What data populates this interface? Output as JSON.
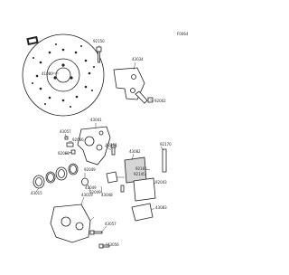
{
  "page": {
    "id_code": "F0064"
  },
  "callouts": [
    {
      "name": "callout-92150-disc-bolt",
      "text": "92150"
    },
    {
      "name": "callout-43034-bracket",
      "text": "43034"
    },
    {
      "name": "callout-41080-disc",
      "text": "41080"
    },
    {
      "name": "callout-92002-bracket-bolt",
      "text": "92002"
    },
    {
      "name": "callout-43041",
      "text": "43041"
    },
    {
      "name": "callout-43057",
      "text": "43057"
    },
    {
      "name": "callout-92066",
      "text": "92066"
    },
    {
      "name": "callout-92151",
      "text": "92151"
    },
    {
      "name": "callout-43082",
      "text": "43082"
    },
    {
      "name": "callout-92170",
      "text": "92170"
    },
    {
      "name": "callout-92161",
      "text": "92161"
    },
    {
      "name": "callout-92145",
      "text": "92145"
    },
    {
      "name": "callout-92043",
      "text": "92043"
    },
    {
      "name": "callout-92049-left",
      "text": "92049"
    },
    {
      "name": "callout-92060",
      "text": "92060"
    },
    {
      "name": "callout-43083",
      "text": "43083"
    },
    {
      "name": "callout-92049-right",
      "text": "92049"
    },
    {
      "name": "callout-43048",
      "text": "43048"
    },
    {
      "name": "callout-43049",
      "text": "43049"
    },
    {
      "name": "callout-43015",
      "text": "43015"
    },
    {
      "name": "callout-43019",
      "text": "43019"
    },
    {
      "name": "callout-43057-lower",
      "text": "43057"
    },
    {
      "name": "callout-43056",
      "text": "43056"
    }
  ]
}
